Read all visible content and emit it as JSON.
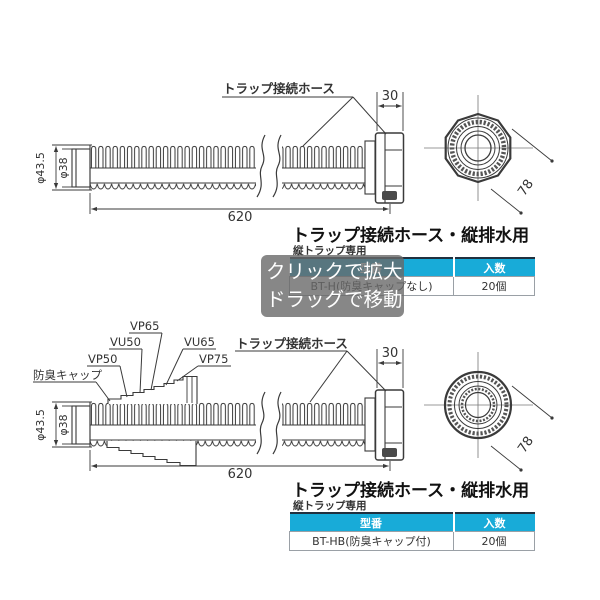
{
  "tooltip": {
    "line1": "クリックで拡大",
    "line2": "ドラッグで移動"
  },
  "colors": {
    "table_header_bg": "#18abd8",
    "table_header_text": "#ffffff",
    "line_color": "#3a3a3a",
    "tooltip_bg": "rgba(105,105,105,0.8)",
    "tooltip_text": "#ffffff"
  },
  "sections": [
    {
      "id": "top",
      "title": "トラップ接続ホース・縦排水用",
      "subtitle": "縦トラップ専用",
      "diagram": {
        "hose_label": "トラップ接続ホース",
        "dims": {
          "nut_width": "30",
          "length": "620",
          "across_flats": "78",
          "outer_dia": "φ43.5",
          "inner_dia": "φ38"
        }
      },
      "table": {
        "headers": [
          "型番",
          "入数"
        ],
        "rows": [
          [
            "BT-H(防臭キャップなし)",
            "20個"
          ]
        ]
      }
    },
    {
      "id": "bottom",
      "title": "トラップ接続ホース・縦排水用",
      "subtitle": "縦トラップ専用",
      "diagram": {
        "hose_label": "トラップ接続ホース",
        "cap_label": "防臭キャップ",
        "pipe_labels": [
          "VP50",
          "VU50",
          "VP65",
          "VU65",
          "VP75"
        ],
        "dims": {
          "nut_width": "30",
          "length": "620",
          "across_flats": "78",
          "outer_dia": "φ43.5",
          "inner_dia": "φ38"
        }
      },
      "table": {
        "headers": [
          "型番",
          "入数"
        ],
        "rows": [
          [
            "BT-HB(防臭キャップ付)",
            "20個"
          ]
        ]
      }
    }
  ]
}
